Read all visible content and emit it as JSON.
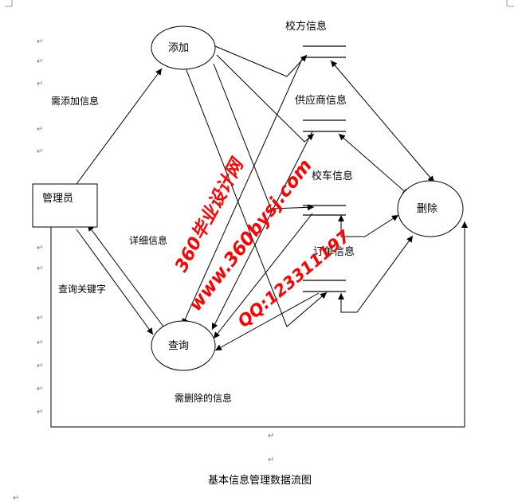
{
  "diagram": {
    "nodes": {
      "admin": "管理员",
      "add": "添加",
      "query": "查询",
      "delete": "删除"
    },
    "stores": {
      "school": "校方信息",
      "supplier": "供应商信息",
      "bus": "校车信息",
      "order": "订单信息"
    },
    "flows": {
      "need_add": "需添加信息",
      "detail": "详细信息",
      "query_keyword": "查询关键字",
      "need_delete": "需删除的信息"
    },
    "caption": "基本信息管理数据流图"
  },
  "watermark": {
    "line1": "360毕业设计网",
    "line2": "www.360bysj.com",
    "line3": "QQ:123311197",
    "color": "#ff0000"
  },
  "paragraph_mark": "↵"
}
